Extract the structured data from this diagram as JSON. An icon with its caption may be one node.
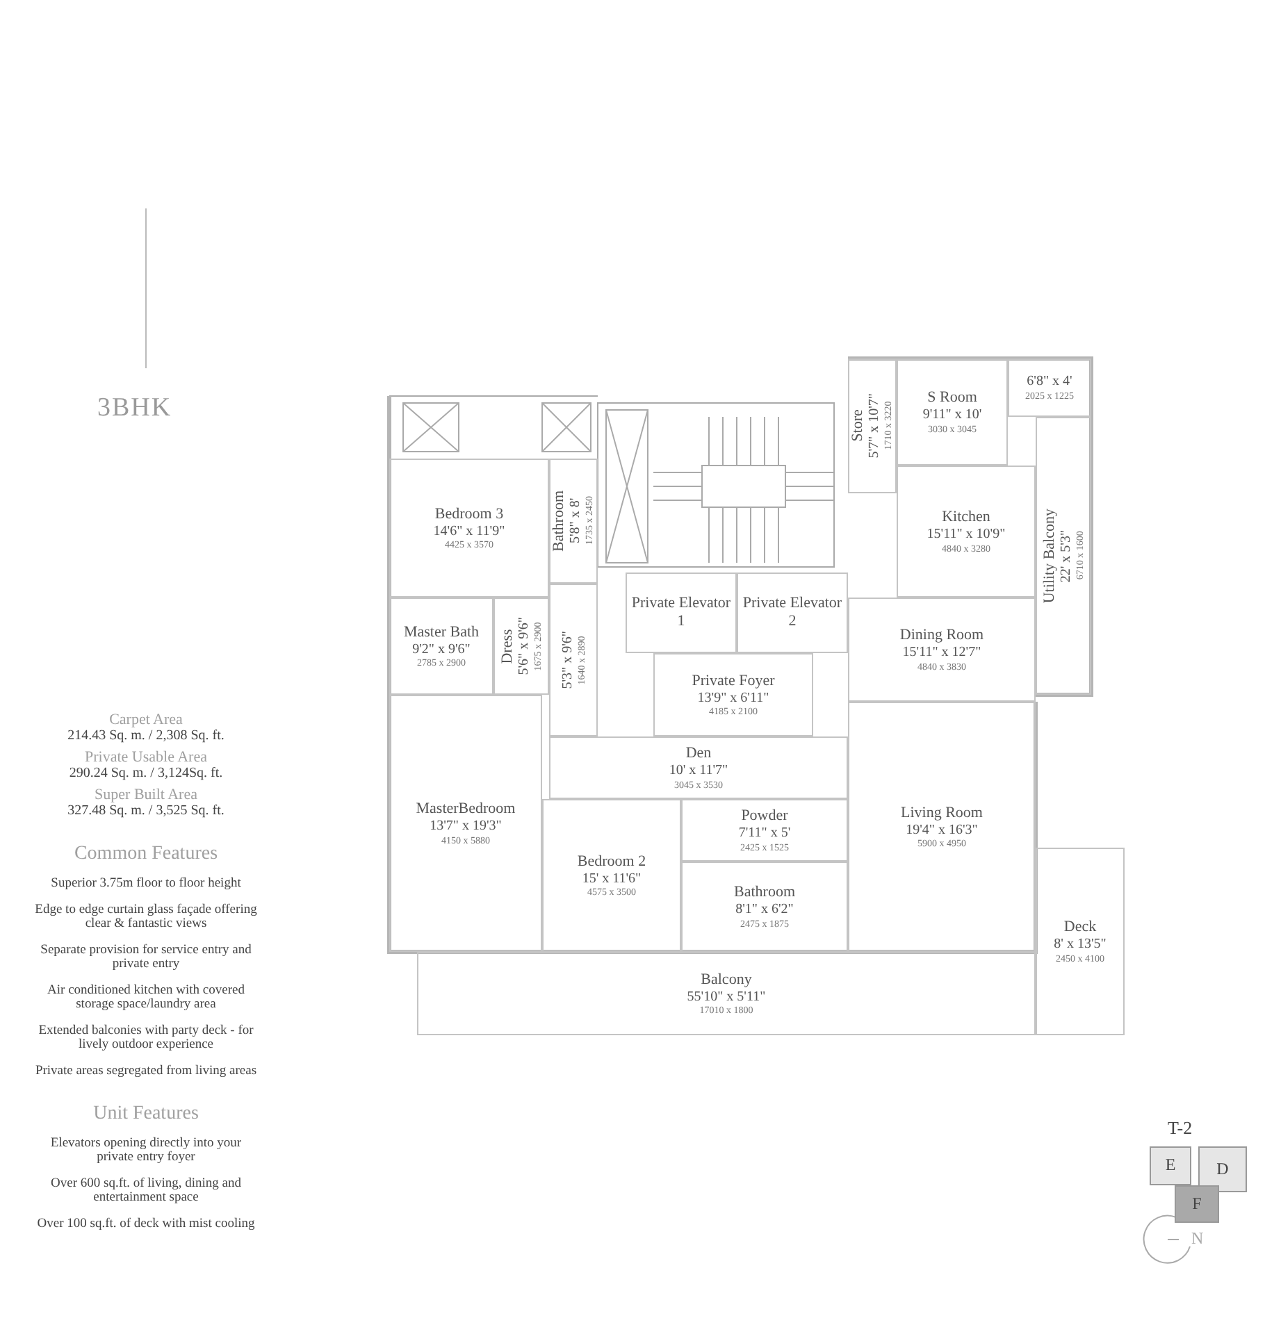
{
  "diagram": {
    "nodes": [
      {
        "text": [
          "Bathroom",
          "5'8\" x 8'",
          "1735 x 2450"
        ]
      },
      {
        "text": [
          "Bedroom 3",
          "14'6\" x 11'9\"",
          "4425 x 3570"
        ]
      },
      {
        "text": [
          "5'3\" x 9'6\"",
          "1640 x 2890"
        ]
      },
      {
        "text": [
          "Private Elevator 1"
        ]
      },
      {
        "text": [
          "Private Elevator 2"
        ]
      },
      {
        "text": [
          "Store",
          "5'7\" x 10'7\"",
          "1710 x 3220"
        ]
      },
      {
        "text": [
          "S Room",
          "9'11\" x 10'",
          "3030 x 3045"
        ]
      },
      {
        "text": [
          "6'8\" x 4'",
          "2025 x 1225"
        ]
      },
      {
        "text": [
          "Kitchen",
          "15'11\" x 10'9\"",
          "4840 x 3280"
        ]
      },
      {
        "text": [
          "Utility Balcony",
          "22' x 5'3\"",
          "6710 x 1600"
        ]
      },
      {
        "text": [
          "Master Bath",
          "9'2\" x 9'6\"",
          "2785 x 2900"
        ]
      },
      {
        "text": [
          "Dress",
          "5'6\" x 9'6\"",
          "1675 x 2900"
        ]
      },
      {
        "text": [
          "Private Foyer",
          "13'9\" x 6'11\"",
          "4185 x 2100"
        ]
      },
      {
        "text": [
          "Dining Room",
          "15'11\" x 12'7\"",
          "4840 x 3830"
        ]
      },
      {
        "text": [
          "Den",
          "10' x 11'7\"",
          "3045 x 3530"
        ]
      },
      {
        "text": [
          "Powder",
          "7'11\" x 5'",
          "2425 x 1525"
        ]
      },
      {
        "text": [
          "MasterBedroom",
          "13'7\" x 19'3\"",
          "4150 x 5880"
        ]
      },
      {
        "text": [
          "Living Room",
          "19'4\" x 16'3\"",
          "5900 x 4950"
        ]
      },
      {
        "text": [
          "Bedroom 2",
          "15' x 11'6\"",
          "4575 x 3500"
        ]
      },
      {
        "text": [
          "Bathroom",
          "8'1\" x 6'2\"",
          "2475 x 1875"
        ]
      },
      {
        "text": [
          "Deck",
          "8' x 13'5\"",
          "2450 x 4100"
        ]
      },
      {
        "text": [
          "Balcony",
          "55'10\" x 5'11\"",
          "17010 x 1800"
        ]
      },
      {
        "text": [
          "E"
        ]
      },
      {
        "text": [
          "D"
        ]
      },
      {
        "text": [
          "F"
        ]
      }
    ],
    "labels": [
      "3BHK",
      "Carpet Area",
      "214.43 Sq. m. / 2,308 Sq. ft.",
      "Private Usable Area",
      "290.24 Sq. m. / 3,124Sq. ft.",
      "Super Built Area",
      "327.48 Sq. m. / 3,525 Sq. ft.",
      "Common Features",
      "Superior 3.75m floor to floor height",
      "Edge to edge curtain glass façade offering clear & fantastic views",
      "Separate provision for service entry and private entry",
      "Air conditioned kitchen with covered storage space/laundry area",
      "Extended balconies with party deck - for lively outdoor experience",
      "Private areas segregated from living areas",
      "Unit Features",
      "Elevators opening directly into your private entry foyer",
      "Over 600 sq.ft. of living, dining and entertainment space",
      "Over 100 sq.ft. of deck with mist cooling",
      "T-2",
      "N"
    ]
  }
}
